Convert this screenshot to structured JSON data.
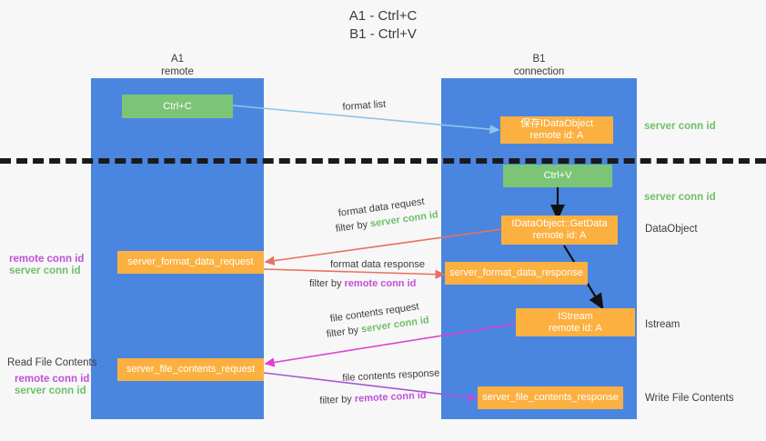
{
  "title": {
    "line1": "A1 - Ctrl+C",
    "line2": "B1 - Ctrl+V"
  },
  "columns": [
    {
      "name": "A1",
      "sub": "remote"
    },
    {
      "name": "B1",
      "sub": "connection"
    }
  ],
  "nodes": {
    "ctrl_c": {
      "label": "Ctrl+C",
      "color": "#7cc576"
    },
    "save_idataobject": {
      "line1": "保存IDataObject",
      "line2": "remote id: A",
      "color": "#fbb040"
    },
    "ctrl_v": {
      "label": "Ctrl+V",
      "color": "#7cc576"
    },
    "getdata": {
      "line1": "IDataObject::GetData",
      "line2": "remote id: A",
      "color": "#fbb040"
    },
    "server_format_data_request": {
      "label": "server_format_data_request",
      "color": "#fbb040"
    },
    "server_format_data_response": {
      "label": "server_format_data_response",
      "color": "#fbb040"
    },
    "istream": {
      "line1": "IStream",
      "line2": "remote id: A",
      "color": "#fbb040"
    },
    "server_file_contents_request": {
      "label": "server_file_contents_request",
      "color": "#fbb040"
    },
    "server_file_contents_response": {
      "label": "server_file_contents_response",
      "color": "#fbb040"
    }
  },
  "right_labels": {
    "server_conn_id_top": "server conn id",
    "server_conn_id_mid": "server conn id",
    "dataobject": "DataObject",
    "istream": "Istream",
    "write_file_contents": "Write File Contents"
  },
  "left_labels": {
    "remote_conn_id_1": "remote conn id",
    "server_conn_id_1": "server conn id",
    "read_file_contents": "Read File Contents",
    "remote_conn_id_2": "remote conn id",
    "server_conn_id_2": "server conn id"
  },
  "edges": {
    "format_list": "format list",
    "format_data_request": "format data request",
    "format_data_request_filter_prefix": "filter by ",
    "format_data_request_filter_key": "server conn id",
    "format_data_response": "format data response",
    "format_data_response_filter_prefix": "filter by ",
    "format_data_response_filter_key": "remote conn id",
    "file_contents_request": "file contents request",
    "file_contents_request_filter_prefix": "filter by ",
    "file_contents_request_filter_key": "server conn id",
    "file_contents_response": "file contents response",
    "file_contents_response_filter_prefix": "filter by ",
    "file_contents_response_filter_key": "remote conn id"
  },
  "colors": {
    "lane": "#4a86e0",
    "green_node": "#7cc576",
    "orange_node": "#fbb040",
    "green_text": "#6fbf6a",
    "purple_text": "#c050d8",
    "arrow_blue": "#8ec4ea",
    "arrow_red": "#e8705f",
    "arrow_magenta": "#e040d0",
    "arrow_purple": "#a855d8",
    "arrow_black": "#111111",
    "background": "#f7f7f7"
  }
}
